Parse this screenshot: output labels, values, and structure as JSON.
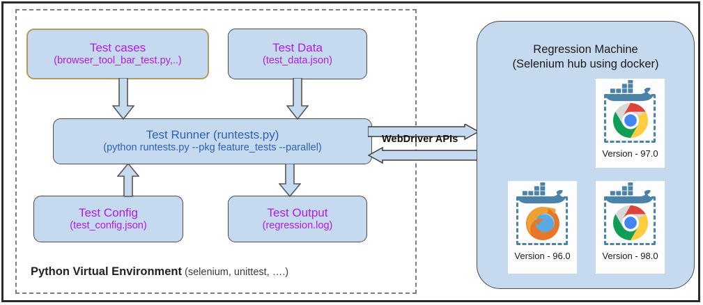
{
  "diagram": {
    "venv": {
      "title": "Python Virtual Environment",
      "subtitle": "(selenium, unittest, ….)"
    },
    "nodes": {
      "test_cases": {
        "title": "Test cases",
        "subtitle": "(browser_tool_bar_test.py,..)"
      },
      "test_data": {
        "title": "Test Data",
        "subtitle": "(test_data.json)"
      },
      "test_runner": {
        "title": "Test Runner (runtests.py)",
        "subtitle": "(python runtests.py --pkg feature_tests --parallel)"
      },
      "test_config": {
        "title": "Test Config",
        "subtitle": "(test_config.json)"
      },
      "test_output": {
        "title": "Test Output",
        "subtitle": "(regression.log)"
      }
    },
    "connector": {
      "label": "WebDriver APIs"
    },
    "machine": {
      "title_line1": "Regression Machine",
      "title_line2": "(Selenium hub using docker)",
      "cards": [
        {
          "browser": "chrome",
          "label": "Version - 97.0"
        },
        {
          "browser": "firefox",
          "label": "Version - 96.0"
        },
        {
          "browser": "chrome",
          "label": "Version - 98.0"
        }
      ]
    },
    "colors": {
      "node_fill": "#c5d9ef",
      "magenta_text": "#b01ce8",
      "blue_text": "#2d62b5",
      "panel_fill": "#c5d9ef",
      "docker_blue": "#4a82a8",
      "tan_border": "#b39a5b"
    }
  }
}
